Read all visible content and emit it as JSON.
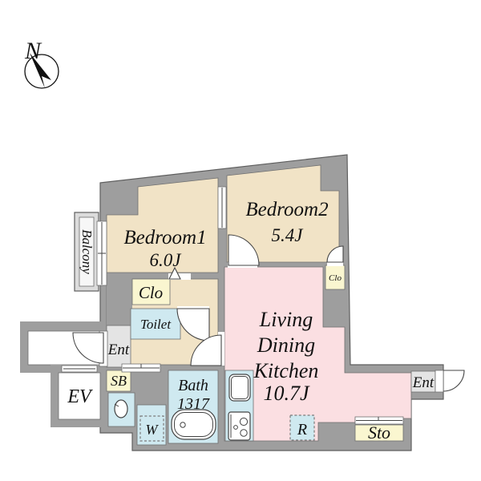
{
  "compass": {
    "label": "N"
  },
  "rooms": {
    "balcony": {
      "label": "Balcony"
    },
    "bedroom1": {
      "label": "Bedroom1",
      "size": "6.0J"
    },
    "bedroom2": {
      "label": "Bedroom2",
      "size": "5.4J"
    },
    "ldk": {
      "line1": "Living",
      "line2": "Dining",
      "line3": "Kitchen",
      "size": "10.7J"
    },
    "closet1": {
      "label": "Clo"
    },
    "closet2": {
      "label": "Clo"
    },
    "toilet": {
      "label": "Toilet"
    },
    "entrance_left": {
      "label": "Ent"
    },
    "shoe_box": {
      "label": "SB"
    },
    "elevator": {
      "label": "EV"
    },
    "bath": {
      "label": "Bath",
      "size": "1317"
    },
    "washer": {
      "label": "W"
    },
    "refrigerator": {
      "label": "R"
    },
    "storage": {
      "label": "Sto"
    },
    "entrance_right": {
      "label": "Ent"
    }
  },
  "colors": {
    "wall": "#9e9e9e",
    "bedroom_floor": "#f1e3c6",
    "ldk_floor": "#fbdfe2",
    "wet_area": "#cfe9f0",
    "storage_fill": "#faf6d0",
    "entry_floor": "#e4e4e4"
  }
}
